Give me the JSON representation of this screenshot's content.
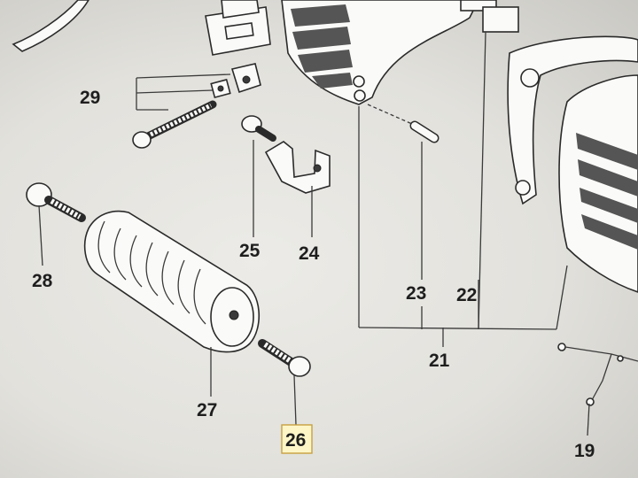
{
  "callouts": {
    "c19": "19",
    "c21": "21",
    "c22": "22",
    "c23": "23",
    "c24": "24",
    "c25": "25",
    "c26": "26",
    "c27": "27",
    "c28": "28",
    "c29": "29"
  },
  "highlighted_callout": "26",
  "colors": {
    "line": "#3a3a3a",
    "paper": "#e6e5e0",
    "highlight_box": "#fff6c8"
  }
}
